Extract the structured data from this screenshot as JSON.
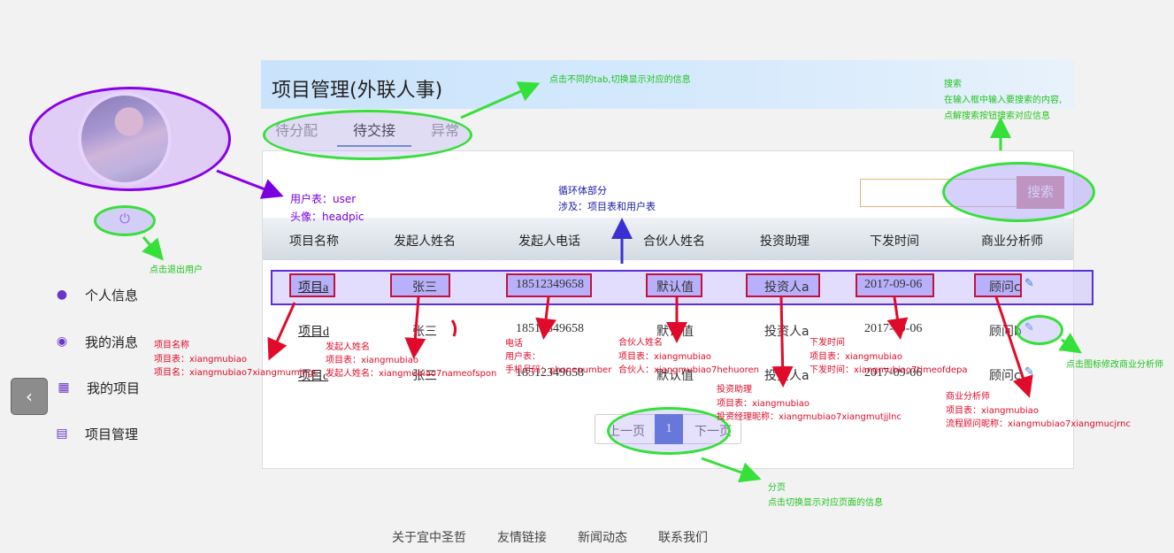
{
  "page": {
    "title": "项目管理(外联人事)"
  },
  "tabs": [
    {
      "label": "待分配",
      "active": false
    },
    {
      "label": "待交接",
      "active": true
    },
    {
      "label": "异常",
      "active": false
    }
  ],
  "sidebar": {
    "menu": [
      {
        "label": "个人信息",
        "icon": "user-icon"
      },
      {
        "label": "我的消息",
        "icon": "comments-icon"
      },
      {
        "label": "我的项目",
        "icon": "cubes-icon"
      },
      {
        "label": "项目管理",
        "icon": "list-card-icon"
      }
    ]
  },
  "search": {
    "button_label": "搜索",
    "placeholder": ""
  },
  "table": {
    "headers": [
      "项目名称",
      "发起人姓名",
      "发起人电话",
      "合伙人姓名",
      "投资助理",
      "下发时间",
      "商业分析师"
    ],
    "rows": [
      [
        "项目a",
        "张三",
        "18512349658",
        "默认值",
        "投资人a",
        "2017-09-06",
        "顾问c"
      ],
      [
        "项目d",
        "张三",
        "18512349658",
        "默认值",
        "投资人a",
        "2017-09-06",
        "顾问b"
      ],
      [
        "项目c",
        "张三",
        "18512349658",
        "默认值",
        "投资人a",
        "2017-09-06",
        "顾问c"
      ]
    ]
  },
  "pagination": {
    "prev": "上一页",
    "current": "1",
    "next": "下一页"
  },
  "footer": [
    "关于宜中圣哲",
    "友情链接",
    "新闻动态",
    "联系我们"
  ],
  "annotations": {
    "tab_note": "点击不同的tab,切换显示对应的信息",
    "search_title": "搜索",
    "search_line1": "在输入框中输入要搜索的内容,",
    "search_line2": "点解搜索按钮搜索对应信息",
    "user_line1": "用户表：user",
    "user_line2": "头像：headpic",
    "logout_note": "点击退出用户",
    "loop_line1": "循环体部分",
    "loop_line2": "涉及：项目表和用户表",
    "name_title": "项目名称",
    "name_line1": "项目表：xiangmubiao",
    "name_line2": "项目名：xiangmubiao7xiangmumingc",
    "sponsor_title": "发起人姓名",
    "sponsor_line1": "项目表：xiangmubiao",
    "sponsor_line2": "发起人姓名：xiangmubiao7nameofspon",
    "phone_title": "电话",
    "phone_line1": "用户表：",
    "phone_line2": "手机号码：phonenumber",
    "partner_title": "合伙人姓名",
    "partner_line1": "项目表：xiangmubiao",
    "partner_line2": "合伙人：xiangmubiao7hehuoren",
    "assist_title": "投资助理",
    "assist_line1": "项目表：xiangmubiao",
    "assist_line2": "投资经理昵称：xiangmubiao7xiangmutjjlnc",
    "time_title": "下发时间",
    "time_line1": "项目表：xiangmubiao",
    "time_line2": "下发时间：xiangmubiao7timeofdepa",
    "analyst_title": "商业分析师",
    "analyst_line1": "项目表：xiangmubiao",
    "analyst_line2": "流程顾问昵称：xiangmubiao7xiangmucjrnc",
    "edit_note": "点击图标修改商业分析师",
    "pager_title": "分页",
    "pager_line1": "点击切换显示对应页面的信息"
  },
  "colors": {
    "annotation_green": "#36e03a",
    "annotation_red": "#e00b2a",
    "annotation_purple": "#7a00e0",
    "highlight_blue": "#5b2fd6",
    "search_button": "#c97a7a",
    "page_active": "#3e5dc9"
  }
}
